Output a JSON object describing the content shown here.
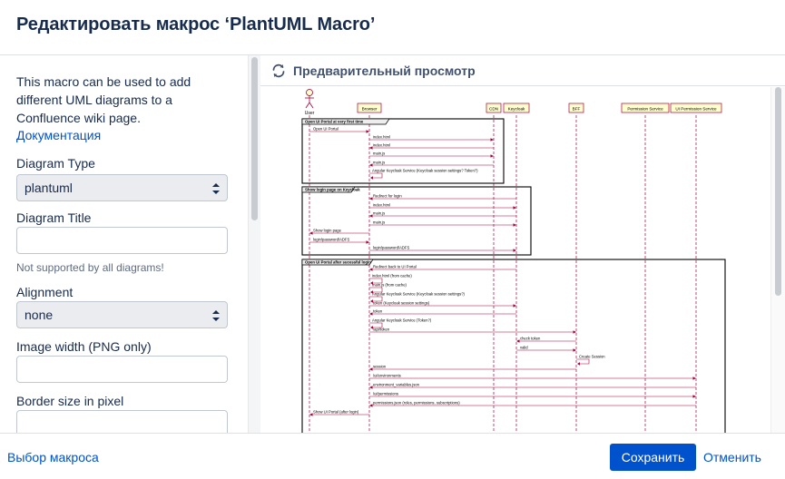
{
  "dialog": {
    "title": "Редактировать макрос ‘PlantUML Macro’"
  },
  "form": {
    "description": "This macro can be used to add different UML diagrams to a Confluence wiki page.",
    "doc_link": "Документация",
    "diagram_type_label": "Diagram Type",
    "diagram_type_value": "plantuml",
    "diagram_title_label": "Diagram Title",
    "diagram_title_value": "",
    "diagram_title_hint": "Not supported by all diagrams!",
    "alignment_label": "Alignment",
    "alignment_value": "none",
    "image_width_label": "Image width (PNG only)",
    "image_width_value": "",
    "border_label": "Border size in pixel",
    "border_value": ""
  },
  "preview": {
    "title": "Предварительный просмотр",
    "refresh_icon": "refresh-icon"
  },
  "diagram": {
    "participants": [
      "User",
      "Browser",
      "CDN",
      "Keycloak",
      "BFF",
      "Permission Service",
      "UI Permission Service"
    ],
    "groups": [
      "Open UI Portal at very first time",
      "Show login page on Keycloak",
      "Open UI Portal after sucessful login"
    ],
    "messages": [
      "Open UI Portal",
      "index.html",
      "index.html",
      "main.js",
      "main.js",
      "Angular Keycloak Service (Keycloak session settings? Token?)",
      "Redirect for login",
      "index.html",
      "main.js",
      "main.js",
      "Show login page",
      "login/password/ADFS",
      "login/password/ADFS",
      "Redirect back to UI Portal",
      "index.html (from cache)",
      "main.js (from cache)",
      "Angular Keycloak Service (Keycloak session settings?)",
      "token (Keycloak session settings)",
      "token",
      "Angular Keycloak Service (Token?)",
      "/api/token",
      "check token",
      "valid",
      "Create Session",
      "session",
      "/ui/environments",
      "environment_variables.json",
      "/ui/permissions",
      "permissions.json (roles, permissions, subscriptions)",
      "Show UI Portal (after login)"
    ]
  },
  "footer": {
    "back_link": "Выбор макроса",
    "save_label": "Сохранить",
    "cancel_label": "Отменить"
  },
  "colors": {
    "accent": "#0052cc",
    "arrow": "#a80036"
  }
}
